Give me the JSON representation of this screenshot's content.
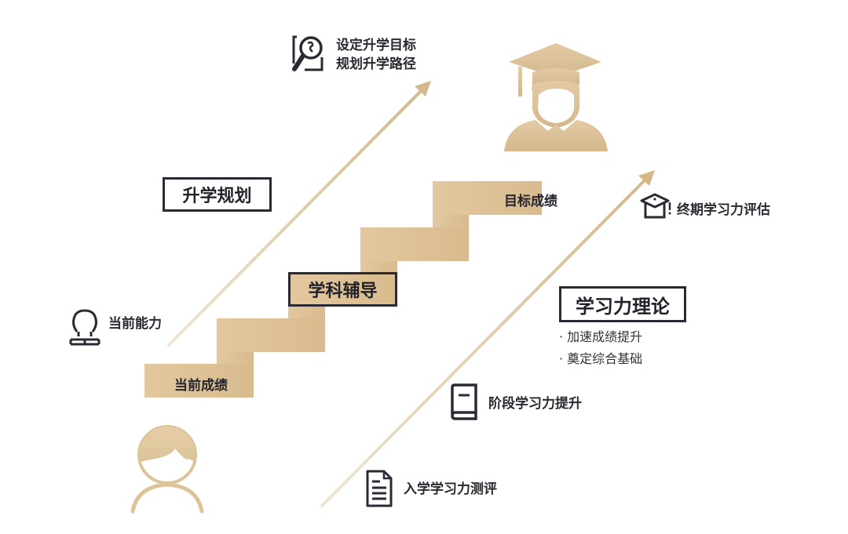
{
  "colors": {
    "gold": "#d8bb8d",
    "gold_light": "#e8d3b0",
    "dark": "#2a2a35",
    "background": "#ffffff"
  },
  "top_goal": {
    "icon": "magnifier-icon",
    "line1": "设定升学目标",
    "line2": "规划升学路径"
  },
  "sections": {
    "planning": "升学规划",
    "tutoring": "学科辅导",
    "theory": {
      "title": "学习力理论",
      "bullets": [
        "· 加速成绩提升",
        "· 奠定综合基础"
      ]
    }
  },
  "staircase": {
    "start_label": "当前成绩",
    "end_label": "目标成绩"
  },
  "left_items": {
    "current_ability": {
      "icon": "reader-icon",
      "label": "当前能力"
    }
  },
  "timeline": [
    {
      "icon": "document-icon",
      "label": "入学学习力测评"
    },
    {
      "icon": "book-icon",
      "label": "阶段学习力提升"
    },
    {
      "icon": "graduation-cap-icon",
      "label": "终期学习力评估"
    }
  ],
  "figures": {
    "start": "student-avatar-icon",
    "end": "graduate-avatar-icon"
  }
}
